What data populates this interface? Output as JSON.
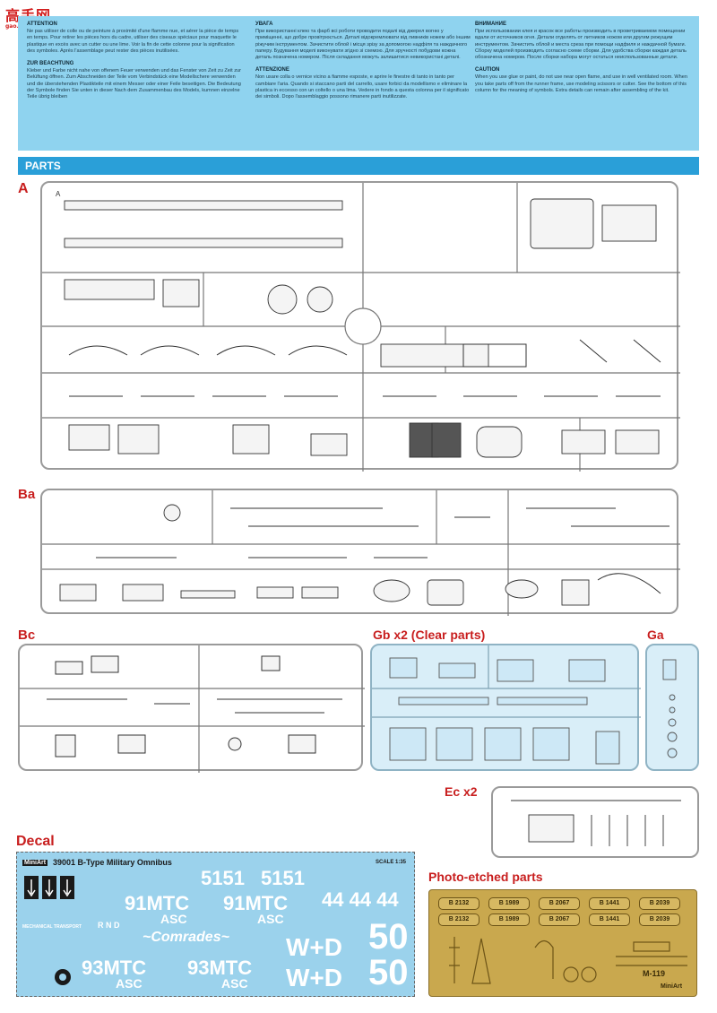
{
  "watermark": {
    "logo": "高手网",
    "sub": "gao.shou.net"
  },
  "warnings": {
    "french": {
      "title": "ATTENTION",
      "body": "Ne pas utiliser de colle ou de peinture à proximité d'une flamme nue, et aérer la pièce de temps en temps. Pour retirer les pièces hors du cadre, utiliser des ciseaux spéciaux pour maquette le plastique en excès avec un cutter ou une lime. Voir la fin de cette colonne pour la signification des symboles. Après l'assemblage peut rester des pièces inutilisées."
    },
    "german": {
      "title": "ZUR BEACHTUNG",
      "body": "Kleber und Farbe nicht nahe von offenem Feuer verwenden und das Fenster von Zeit zu Zeit zur Belüftung öffnen. Zum Abschneiden der Teile vom Verbindstück eine Modellschere verwenden und die überstehenden Plastikteile mit einem Messer oder einer Feile beseitigen. Die Bedeutung der Symbole finden Sie unten in dieser Nach dem Zusammenbau des Models, kumnen einzelne Teile übrig bleiben"
    },
    "ukrainian": {
      "title": "УВАГА",
      "body": "При використанні клею та фарб всі роботи проводити подалі від джерел вогню у приміщенні, що добре провітрюється. Деталі відокремлювати від ливників ножем або іншим ріжучим інструментом. Зачистити облой і місця зрізу за допомогою надфіля та наждачного паперу. Будування моделі виконувати згідно зі схемою. Для зручності побудови кожна деталь позначена номером. Після складання можуть залишитися невикористані деталі."
    },
    "italian": {
      "title": "ATTENZIONE",
      "body": "Non usare colla o vernice vicino a fiamme esposte, e aprire le finestre di tanto in tanto per cambiare l'aria. Quando si staccano parti del carrello, usare forbici da modellismo e eliminare la plastica in eccesso con un coltello o una lima. Vedere in fondo a questa colonna per il significato dei simboli. Dopo l'assemblaggio possono rimanere parti inutilizzate."
    },
    "russian": {
      "title": "ВНИМАНИЕ",
      "body": "При использовании клея и красок все работы производить в проветриваемом помещении вдали от источников огня. Детали отделять от литников ножом или другим режущим инструментом. Зачистить облой и места среза при помощи надфиля и наждачной бумаги. Сборку моделей производить согласно схеме сборки. Для удобства сборки каждая деталь обозначена номером. После сборки набора могут остаться неиспользованные детали."
    },
    "english": {
      "title": "CAUTION",
      "body": "When you use glue or paint, do not use near open flame, and use in well ventilated room. When you take parts off from the runner frame, use modeling scissors or cutter. See the bottom of this column for the meaning of symbols. Extra details can remain after assembling of the kit."
    }
  },
  "parts_header": "PARTS",
  "sprues": {
    "a": {
      "label": "A",
      "frame_letter": "A"
    },
    "ba": {
      "label": "Ba"
    },
    "bc": {
      "label": "Bc"
    },
    "gb": {
      "label": "Gb x2 (Clear parts)"
    },
    "ga": {
      "label": "Ga"
    },
    "ec": {
      "label": "Ec x2"
    }
  },
  "decal": {
    "title": "Decal",
    "kit_name": "39001 B-Type Military Omnibus",
    "brand": "MiniArt",
    "scale": "SCALE 1:35",
    "big_5151": "5151",
    "mtc1": "91MTC",
    "mtc2": "93MTC",
    "asc": "ASC",
    "comrades": "~Comrades~",
    "wd": "W+D",
    "fifty": "50",
    "fourty_four": "44 44 44",
    "rnd": "R N D",
    "mech": "MECHANICAL TRANSPORT"
  },
  "photo_etched": {
    "title": "Photo-etched parts",
    "plates": [
      "B 2132",
      "B 1989",
      "B 2067",
      "B 1441",
      "B 2039"
    ],
    "code": "M-119",
    "brand": "MiniArt"
  }
}
